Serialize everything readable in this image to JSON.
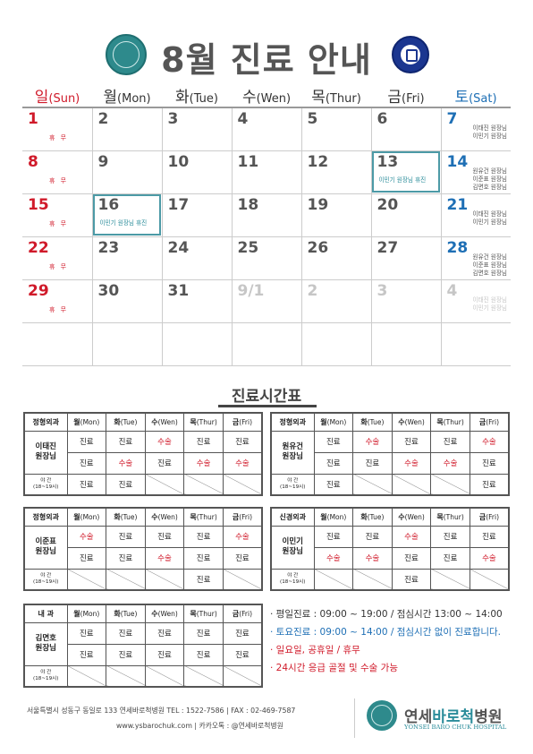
{
  "title": "8월 진료 안내",
  "weekdays": [
    {
      "ko": "일",
      "en": "(Sun)"
    },
    {
      "ko": "월",
      "en": "(Mon)"
    },
    {
      "ko": "화",
      "en": "(Tue)"
    },
    {
      "ko": "수",
      "en": "(Wen)"
    },
    {
      "ko": "목",
      "en": "(Thur)"
    },
    {
      "ko": "금",
      "en": "(Fri)"
    },
    {
      "ko": "토",
      "en": "(Sat)"
    }
  ],
  "calendar": {
    "r1": {
      "sun": "1",
      "sun_off": "휴 무",
      "mon": "2",
      "tue": "3",
      "wed": "4",
      "thu": "5",
      "fri": "6",
      "sat": "7",
      "sat_note1": "이태진 원장님",
      "sat_note2": "이민기 원장님"
    },
    "r2": {
      "sun": "8",
      "sun_off": "휴 무",
      "mon": "9",
      "tue": "10",
      "wed": "11",
      "thu": "12",
      "fri": "13",
      "fri_note": "이민기 원장님 휴진",
      "sat": "14",
      "sat_note1": "원유건 원장님",
      "sat_note2": "이준표 원장님",
      "sat_note3": "김면호 원장님"
    },
    "r3": {
      "sun": "15",
      "sun_off": "휴 무",
      "mon": "16",
      "mon_note": "이민기 원장님 휴진",
      "tue": "17",
      "wed": "18",
      "thu": "19",
      "fri": "20",
      "sat": "21",
      "sat_note1": "이태진 원장님",
      "sat_note2": "이민기 원장님"
    },
    "r4": {
      "sun": "22",
      "sun_off": "휴 무",
      "mon": "23",
      "tue": "24",
      "wed": "25",
      "thu": "26",
      "fri": "27",
      "sat": "28",
      "sat_note1": "원유건 원장님",
      "sat_note2": "이준표 원장님",
      "sat_note3": "김면호 원장님"
    },
    "r5": {
      "sun": "29",
      "sun_off": "휴 무",
      "mon": "30",
      "tue": "31",
      "wed": "9/1",
      "thu": "2",
      "fri": "3",
      "sat": "4",
      "sat_note1": "이태진 원장님",
      "sat_note2": "이민기 원장님"
    }
  },
  "schedule_title": "진료시간표",
  "day_hdr": {
    "mon": "월",
    "mon_en": "(Mon)",
    "tue": "화",
    "tue_en": "(Tue)",
    "wed": "수",
    "wed_en": "(Wen)",
    "thu": "목",
    "thu_en": "(Thur)",
    "fri": "금",
    "fri_en": "(Fri)"
  },
  "night_label_1": "야 간",
  "night_label_2": "(18~19시)",
  "t1": {
    "dept": "정형외과",
    "doc1": "이태진",
    "doc2": "원장님",
    "a": [
      "진료",
      "진료",
      "수술",
      "진료",
      "진료"
    ],
    "b": [
      "진료",
      "수술",
      "진료",
      "수술",
      "수술"
    ],
    "n": [
      "진료",
      "진료",
      "",
      "",
      ""
    ]
  },
  "t2": {
    "dept": "정형외과",
    "doc1": "원유건",
    "doc2": "원장님",
    "a": [
      "진료",
      "수술",
      "진료",
      "진료",
      "수술"
    ],
    "b": [
      "진료",
      "진료",
      "수술",
      "수술",
      "진료"
    ],
    "n": [
      "진료",
      "",
      "",
      "",
      "진료"
    ]
  },
  "t3": {
    "dept": "정형외과",
    "doc1": "이준표",
    "doc2": "원장님",
    "a": [
      "수술",
      "진료",
      "진료",
      "진료",
      "수술"
    ],
    "b": [
      "진료",
      "진료",
      "수술",
      "진료",
      "진료"
    ],
    "n": [
      "",
      "",
      "",
      "진료",
      ""
    ]
  },
  "t4": {
    "dept": "신경외과",
    "doc1": "이민기",
    "doc2": "원장님",
    "a": [
      "진료",
      "진료",
      "수술",
      "진료",
      "진료"
    ],
    "b": [
      "수술",
      "수술",
      "진료",
      "진료",
      "수술"
    ],
    "n": [
      "",
      "",
      "진료",
      "",
      ""
    ]
  },
  "t5": {
    "dept": "내 과",
    "doc1": "김면호",
    "doc2": "원장님",
    "a": [
      "진료",
      "진료",
      "진료",
      "진료",
      "진료"
    ],
    "b": [
      "진료",
      "진료",
      "진료",
      "진료",
      "진료"
    ],
    "n": [
      "",
      "",
      "",
      "",
      ""
    ]
  },
  "notes": [
    "· 평일진료 : 09:00 ~ 19:00 / 점심시간 13:00 ~ 14:00",
    "· 토요진료 : 09:00 ~ 14:00 / 점심시간 없이 진료합니다.",
    "· 일요일, 공휴일 / 휴무",
    "· 24시간 응급 골절 및 수술 가능"
  ],
  "footer": {
    "address": "서울특별시 성동구 동일로 133 연세바로척병원   TEL : 1522-7586  |  FAX : 02-469-7587",
    "web": "www.ysbarochuk.com  |  카카오톡 : @연세바로척병원",
    "name_a": "연세",
    "name_b": "바로척",
    "name_c": "병원",
    "name_en": "YONSEI BARO CHUK HOSPITAL"
  },
  "colors": {
    "sunday": "#d01a2a",
    "saturday": "#1e6fb5",
    "accent": "#2a8c9a"
  }
}
